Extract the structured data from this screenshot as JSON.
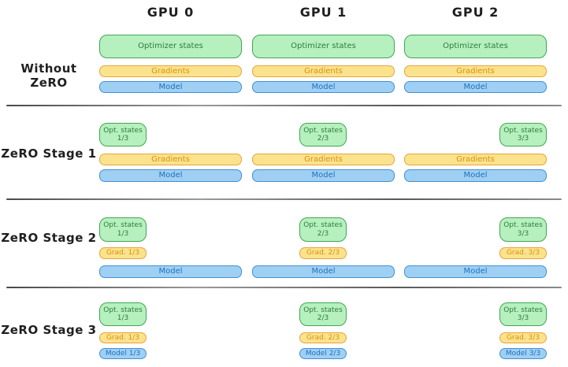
{
  "diagram": {
    "columns": [
      {
        "label": "GPU 0"
      },
      {
        "label": "GPU 1"
      },
      {
        "label": "GPU 2"
      }
    ],
    "rows": [
      {
        "label": "Without ZeRO",
        "gpus": [
          {
            "optimizer": "Optimizer states",
            "gradients": "Gradients",
            "model": "Model"
          },
          {
            "optimizer": "Optimizer states",
            "gradients": "Gradients",
            "model": "Model"
          },
          {
            "optimizer": "Optimizer states",
            "gradients": "Gradients",
            "model": "Model"
          }
        ]
      },
      {
        "label": "ZeRO Stage 1",
        "gpus": [
          {
            "optimizer": "Opt. states\n1/3",
            "gradients": "Gradients",
            "model": "Model"
          },
          {
            "optimizer": "Opt. states\n2/3",
            "gradients": "Gradients",
            "model": "Model"
          },
          {
            "optimizer": "Opt. states\n3/3",
            "gradients": "Gradients",
            "model": "Model"
          }
        ]
      },
      {
        "label": "ZeRO Stage 2",
        "gpus": [
          {
            "optimizer": "Opt. states\n1/3",
            "gradients": "Grad. 1/3",
            "model": "Model"
          },
          {
            "optimizer": "Opt. states\n2/3",
            "gradients": "Grad. 2/3",
            "model": "Model"
          },
          {
            "optimizer": "Opt. states\n3/3",
            "gradients": "Grad. 3/3",
            "model": "Model"
          }
        ]
      },
      {
        "label": "ZeRO Stage 3",
        "gpus": [
          {
            "optimizer": "Opt. states\n1/3",
            "gradients": "Grad. 1/3",
            "model": "Model 1/3"
          },
          {
            "optimizer": "Opt. states\n2/3",
            "gradients": "Grad. 2/3",
            "model": "Model 2/3"
          },
          {
            "optimizer": "Opt. states\n3/3",
            "gradients": "Grad. 3/3",
            "model": "Model 3/3"
          }
        ]
      }
    ],
    "colors": {
      "optimizer_fill": "#b6f0bf",
      "optimizer_stroke": "#43a553",
      "gradients_fill": "#fbe38d",
      "gradients_stroke": "#e9a33c",
      "model_fill": "#9fd0f3",
      "model_stroke": "#4190d6",
      "label_text": "#1f1f1f",
      "separator": "#6f6f6f"
    }
  }
}
